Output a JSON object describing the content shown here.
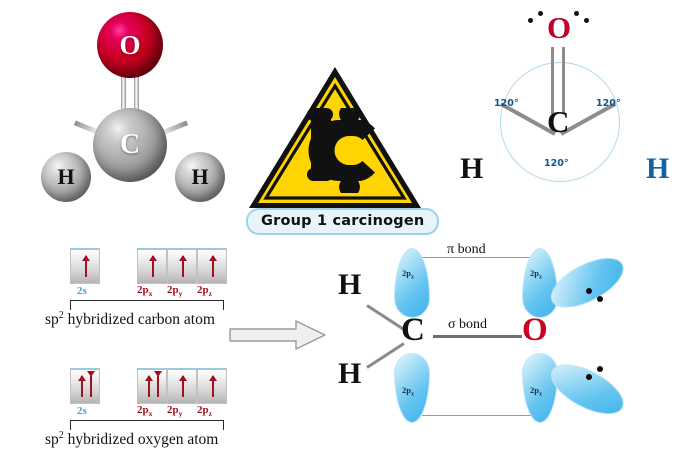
{
  "title": "Formaldehyde structure and sp2 hybridization",
  "ball_stick": {
    "name": "formaldehyde-3d-model",
    "atoms": [
      {
        "symbol": "O",
        "color": "#cc0022",
        "label_color": "#ffffff"
      },
      {
        "symbol": "C",
        "color": "#8e8e8e",
        "label_color": "#ffffff"
      },
      {
        "symbol": "H",
        "color": "#b2b2b2",
        "label_color": "#131313"
      },
      {
        "symbol": "H",
        "color": "#b2b2b2",
        "label_color": "#131313"
      }
    ],
    "bonds": [
      "C=O double bond",
      "C-H single bond",
      "C-H single bond"
    ]
  },
  "hazard": {
    "name": "carcinogen-hazard-sign",
    "glyph": "C",
    "triangle_fill": "#ffd400",
    "triangle_border": "#111111",
    "badge_label": "Group 1 carcinogen",
    "badge_fill": "#e8f4fb",
    "badge_border": "#9fd2ea"
  },
  "lewis": {
    "name": "formaldehyde-lewis-structure",
    "oxygen": "O",
    "carbon": "C",
    "hydrogen_left": "H",
    "hydrogen_right": "H",
    "oxygen_color": "#c0002a",
    "carbon_color": "#111111",
    "hydrogen_left_color": "#111111",
    "hydrogen_right_color": "#1463a0",
    "lone_pairs": 2,
    "angles": [
      "120°",
      "120°",
      "120°"
    ],
    "angle_color": "#13538f",
    "arc_color": "#aed8f0",
    "bond_color": "#8d8d8d"
  },
  "orbital_diagrams": [
    {
      "name": "carbon-orbital-diagram",
      "caption": "sp",
      "caption_sup": "2",
      "caption_rest": " hybridized carbon atom",
      "orbitals": [
        {
          "label": "2s",
          "sub": "",
          "kind": "s",
          "electrons": [
            "up"
          ]
        },
        {
          "label": "2p",
          "sub": "x",
          "kind": "p",
          "electrons": [
            "up"
          ]
        },
        {
          "label": "2p",
          "sub": "y",
          "kind": "p",
          "electrons": [
            "up"
          ]
        },
        {
          "label": "2p",
          "sub": "z",
          "kind": "p",
          "electrons": [
            "up"
          ]
        }
      ]
    },
    {
      "name": "oxygen-orbital-diagram",
      "caption": "sp",
      "caption_sup": "2",
      "caption_rest": " hybridized oxygen atom",
      "orbitals": [
        {
          "label": "2s",
          "sub": "",
          "kind": "s",
          "electrons": [
            "up",
            "down"
          ]
        },
        {
          "label": "2p",
          "sub": "x",
          "kind": "p",
          "electrons": [
            "up",
            "down"
          ]
        },
        {
          "label": "2p",
          "sub": "y",
          "kind": "p",
          "electrons": [
            "up"
          ]
        },
        {
          "label": "2p",
          "sub": "z",
          "kind": "p",
          "electrons": [
            "up"
          ]
        }
      ]
    }
  ],
  "transition_arrow": {
    "name": "transition-arrow",
    "direction": "right",
    "color": "#9a9a9a"
  },
  "overlap": {
    "name": "orbital-overlap-diagram",
    "carbon": "C",
    "oxygen": "O",
    "hydrogen_top": "H",
    "hydrogen_bottom": "H",
    "pi_bond_label": "π bond",
    "sigma_bond_label": "σ bond",
    "orbital_labels": [
      {
        "label": "2p",
        "sub": "x"
      },
      {
        "label": "2p",
        "sub": "x"
      },
      {
        "label": "2p",
        "sub": "x"
      },
      {
        "label": "2p",
        "sub": "x"
      }
    ],
    "lone_pair_lobes": 2,
    "dots_per_lobe": 2,
    "lobe_color": "#63c4f0",
    "oxygen_color": "#cc0020"
  }
}
